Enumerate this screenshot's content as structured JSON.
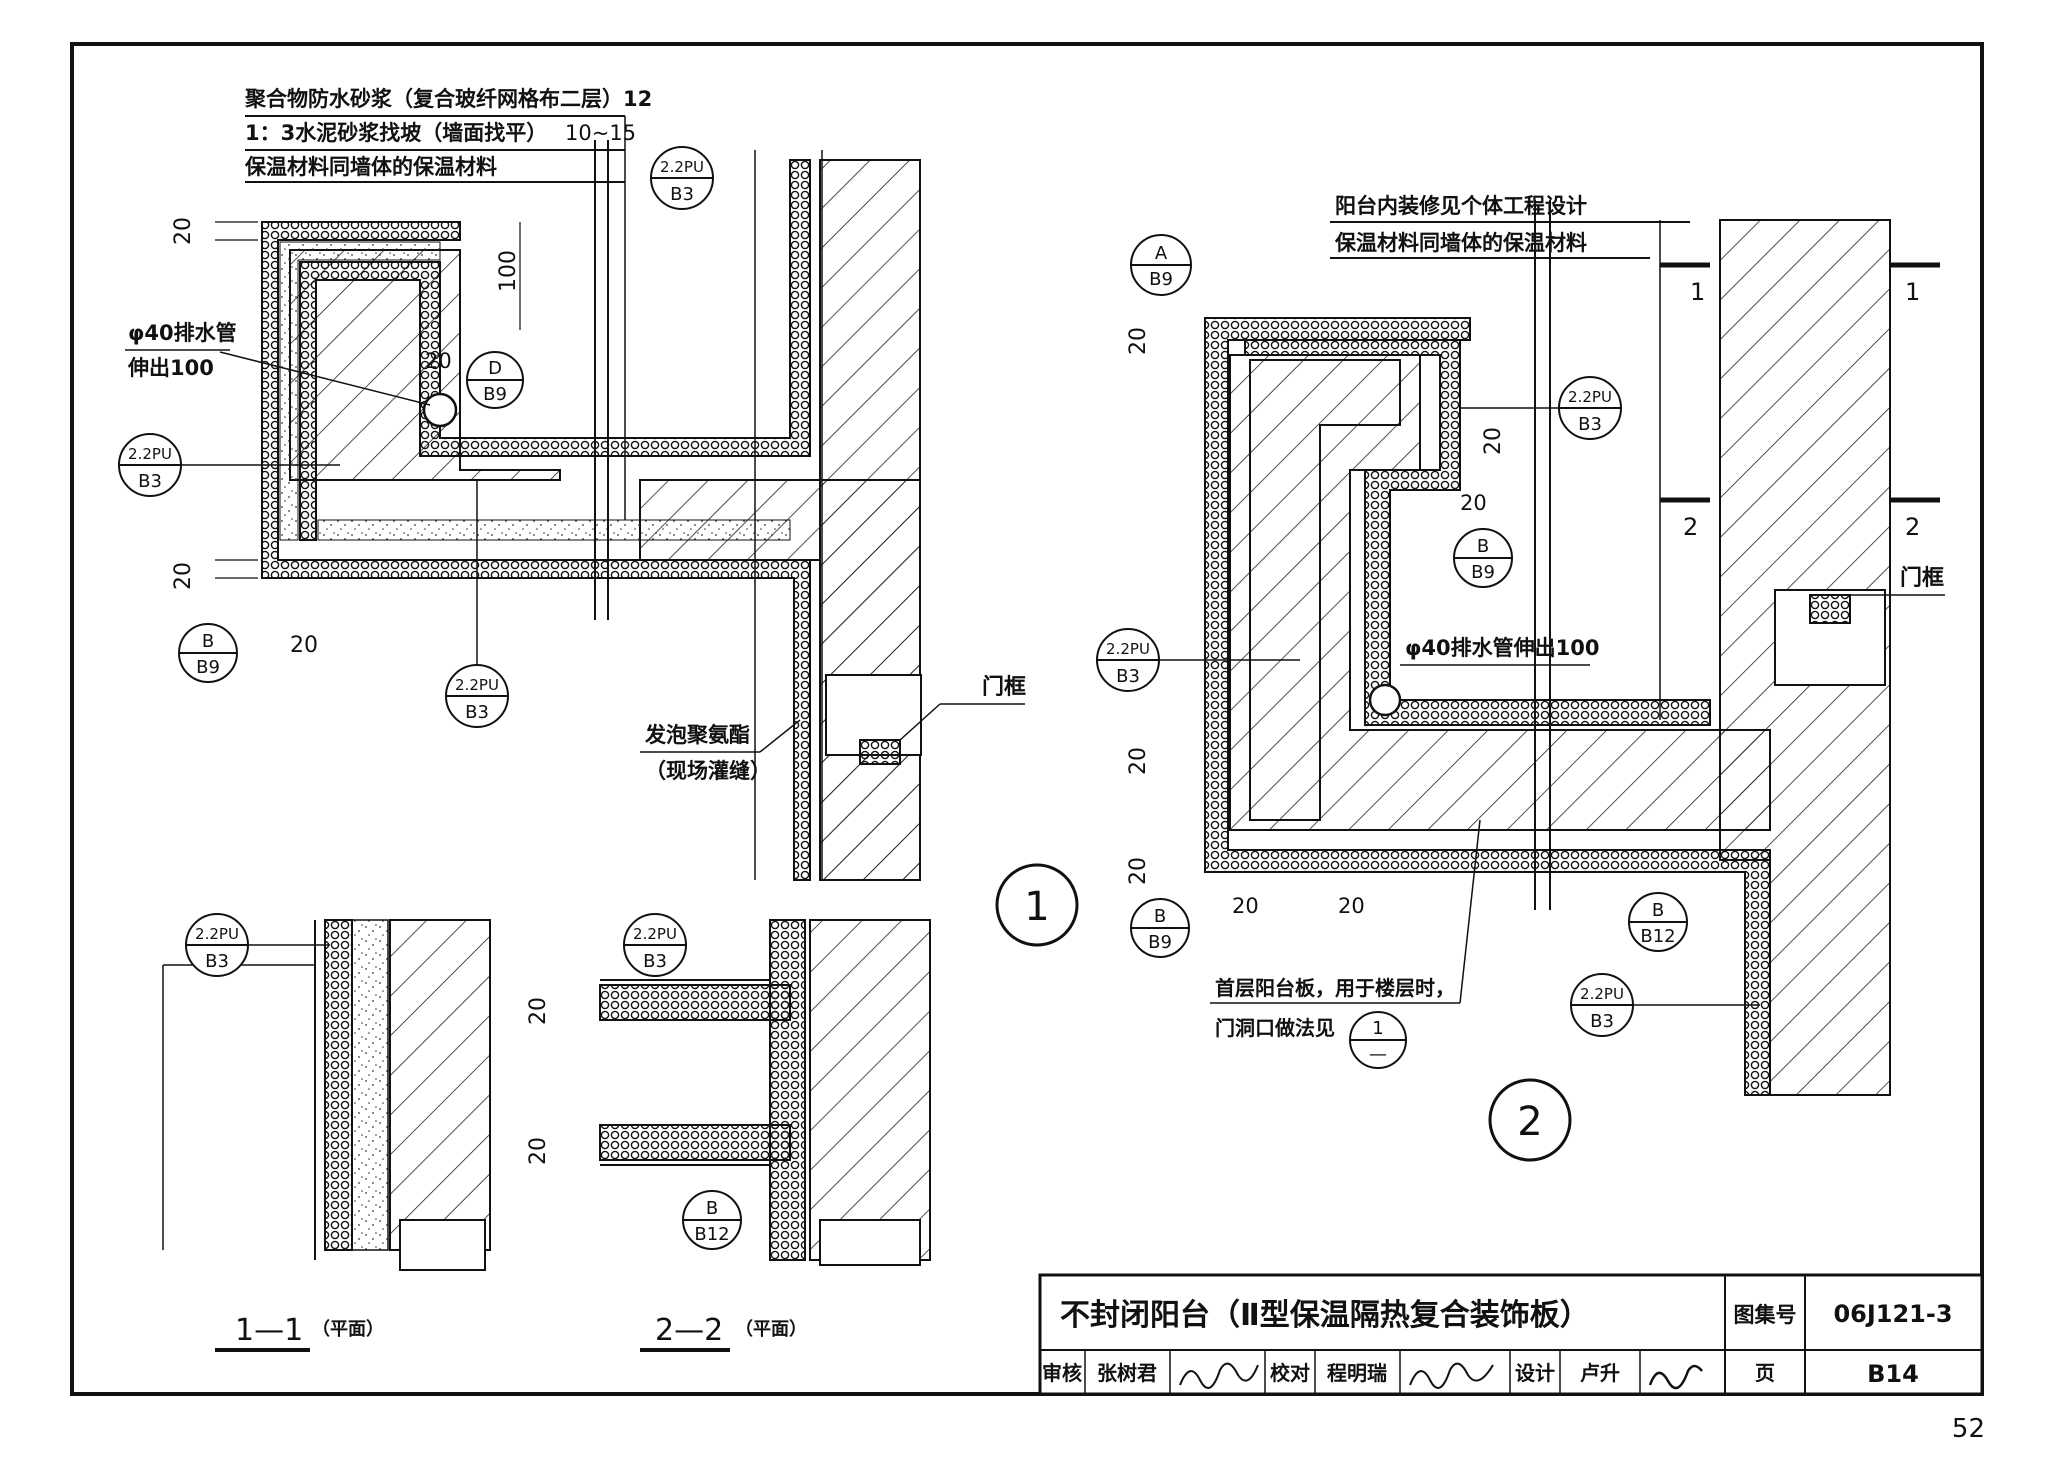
{
  "drawing": {
    "detail1": {
      "note1": "聚合物防水砂浆（复合玻纤网格布二层）12",
      "note2": "1：3水泥砂浆找坡（墙面找平）",
      "note2_dim": "10~15",
      "note3": "保温材料同墙体的保温材料",
      "drain_label1": "φ40排水管",
      "drain_label2": "伸出100",
      "foam_label1": "发泡聚氨酯",
      "foam_label2": "（现场灌缝）",
      "door_frame": "门框",
      "dim_20": "20",
      "dim_100": "100",
      "number": "1"
    },
    "detail2": {
      "note1": "阳台内装修见个体工程设计",
      "note2": "保温材料同墙体的保温材料",
      "drain_label": "φ40排水管伸出100",
      "door_frame": "门框",
      "slab_note1": "首层阳台板，用于楼层时，",
      "slab_note2": "门洞口做法见",
      "section1": "1",
      "section2": "2",
      "dim_20": "20",
      "number": "2"
    },
    "refs": {
      "r22pu_top": "2.2PU",
      "r22pu_bot": "B3",
      "rA_top": "A",
      "rA_bot": "B9",
      "rB_top": "B",
      "rB_bot": "B9",
      "rD_top": "D",
      "rD_bot": "B9",
      "rB12_top": "B",
      "rB12_bot": "B12",
      "r1_top": "1",
      "r1_bot": "—"
    },
    "plan1": {
      "label": "1—1",
      "sub": "（平面）"
    },
    "plan2": {
      "label": "2—2",
      "sub": "（平面）"
    }
  },
  "title_block": {
    "title": "不封闭阳台（Ⅱ型保温隔热复合装饰板）",
    "atlas_label": "图集号",
    "atlas_no": "06J121-3",
    "review_label": "审核",
    "reviewer": "张树君",
    "check_label": "校对",
    "checker": "程明瑞",
    "design_label": "设计",
    "designer": "卢升",
    "page_label": "页",
    "page_no": "B14"
  },
  "page_number": "52"
}
